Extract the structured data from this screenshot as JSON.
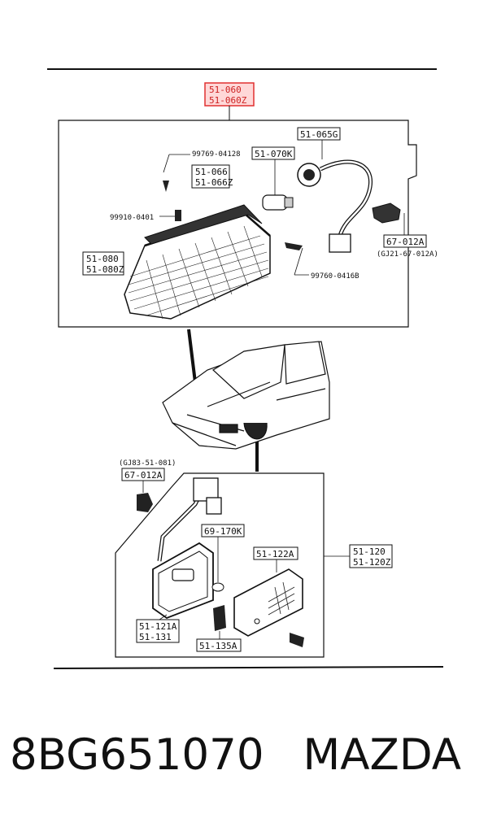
{
  "diagram": {
    "top_callout_highlighted": [
      "51-060",
      "51-060Z"
    ],
    "upper": {
      "labels": {
        "p_51_065G": "51-065G",
        "p_51_070K": "51-070K",
        "p_51_066": [
          "51-066",
          "51-066Z"
        ],
        "p_51_080": [
          "51-080",
          "51-080Z"
        ],
        "p_67_012A": "67-012A",
        "p_67_012A_note": "(GJ21-67-012A)",
        "screw_99769": "99769-04128",
        "screw_99910": "99910-0401",
        "screw_99760": "99760-0416B"
      }
    },
    "lower": {
      "labels": {
        "note_gj83": "(GJ83-51-081)",
        "p_67_012A": "67-012A",
        "p_69_170K": "69-170K",
        "p_51_122A": "51-122A",
        "p_51_120": [
          "51-120",
          "51-120Z"
        ],
        "p_51_121": [
          "51-121A",
          "51-131"
        ],
        "p_51_135A": "51-135A"
      }
    },
    "highlight_color": "#e03030"
  },
  "caption": {
    "part_number": "8BG651070",
    "brand": "MAZDA"
  }
}
